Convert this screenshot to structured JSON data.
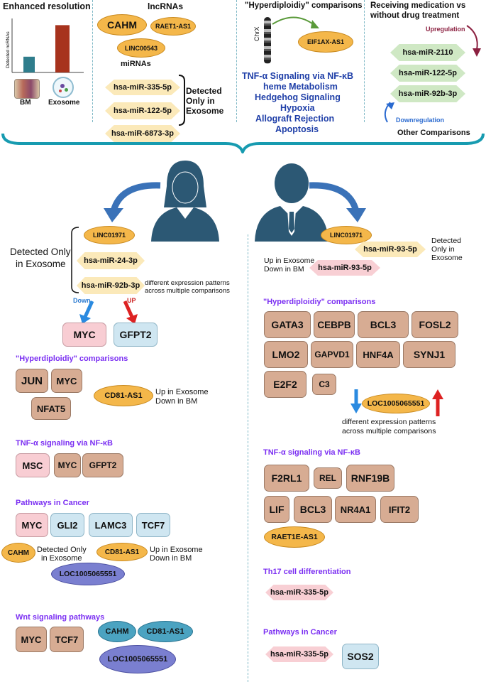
{
  "top": {
    "enhanced_title": "Enhanced resolution",
    "y_axis_label": "Detected ncRNAs",
    "bm_label": "BM",
    "exosome_label": "Exosome",
    "bar_values": [
      0.3,
      0.9
    ],
    "bar_colors": [
      "#2f7d8c",
      "#a7331d"
    ],
    "lncrnas_title": "lncRNAs",
    "lncrnas": [
      "CAHM",
      "RAET1-AS1",
      "LINC00543"
    ],
    "mirnas_title": "miRNAs",
    "mirnas": [
      "hsa-miR-335-5p",
      "hsa-miR-122-5p",
      "hsa-miR-6873-3p"
    ],
    "detected_only": [
      "Detected",
      "Only in",
      "Exosome"
    ],
    "hyper_title": "\"Hyperdiploidiy\" comparisons",
    "chrx_label": "ChrX",
    "eif_label": "EIF1AX-AS1",
    "pathways": [
      "TNF-α Signaling via NF-κB",
      "heme Metabolism",
      "Hedgehog Signaling",
      "Hypoxia",
      "Allograft Rejection",
      "Apoptosis"
    ],
    "med_title": [
      "Receiving medication vs",
      "without drug treatment"
    ],
    "upregulation": "Upregulation",
    "downregulation": "Downregulation",
    "med_mirnas": [
      "hsa-miR-2110",
      "hsa-miR-122-5p",
      "hsa-miR-92b-3p"
    ],
    "other_comparisons": "Other Comparisons"
  },
  "left": {
    "detected_only": [
      "Detected Only",
      "in Exosome"
    ],
    "linc": "LINC01971",
    "mir1": "hsa-miR-24-3p",
    "mir2": "hsa-miR-92b-3p",
    "diff_patterns": [
      "different expression patterns",
      "across multiple comparisons"
    ],
    "down": "Down",
    "up": "UP",
    "myc": "MYC",
    "gfpt2": "GFPT2",
    "hyper_title": "\"Hyperdiploidiy\" comparisons",
    "hyper_genes": [
      "JUN",
      "MYC",
      "NFAT5"
    ],
    "cd81": "CD81-AS1",
    "up_exo": [
      "Up in Exosome",
      "Down in BM"
    ],
    "tnf_title": "TNF-α signaling via NF-κB",
    "tnf_genes": [
      "MSC",
      "MYC",
      "GFPT2"
    ],
    "cancer_title": "Pathways in Cancer",
    "cancer_genes": [
      "MYC",
      "GLI2",
      "LAMC3",
      "TCF7"
    ],
    "cahm": "CAHM",
    "cahm_note": [
      "Detected Only",
      "in Exosome"
    ],
    "cd81_2": "CD81-AS1",
    "cd81_note": [
      "Up in Exosome",
      "Down in BM"
    ],
    "loc": "LOC1005065551",
    "wnt_title": "Wnt signaling pathways",
    "wnt_genes": [
      "MYC",
      "TCF7"
    ],
    "wnt_cahm": "CAHM",
    "wnt_cd81": "CD81-AS1",
    "wnt_loc": "LOC1005065551"
  },
  "right": {
    "linc": "LINC01971",
    "mir93": "hsa-miR-93-5p",
    "detected_only": [
      "Detected",
      "Only in",
      "Exosome"
    ],
    "up_exo": [
      "Up in Exosome",
      "Down in BM"
    ],
    "mir93b": "hsa-miR-93-5p",
    "hyper_title": "\"Hyperdiploidiy\" comparisons",
    "hyper_genes": [
      "GATA3",
      "CEBPB",
      "BCL3",
      "FOSL2",
      "LMO2",
      "GAPVD1",
      "HNF4A",
      "SYNJ1",
      "E2F2",
      "C3"
    ],
    "loc": "LOC1005065551",
    "diff_patterns": [
      "different expression patterns",
      "across multiple comparisons"
    ],
    "tnf_title": "TNF-α signaling via NF-κB",
    "tnf_genes": [
      "F2RL1",
      "REL",
      "RNF19B",
      "LIF",
      "BCL3",
      "NR4A1",
      "IFIT2"
    ],
    "raet": "RAET1E-AS1",
    "th17_title": "Th17 cell differentiation",
    "th17_mir": "hsa-miR-335-5p",
    "cancer_title": "Pathways in Cancer",
    "cancer_mir": "hsa-miR-335-5p",
    "sos2": "SOS2"
  }
}
